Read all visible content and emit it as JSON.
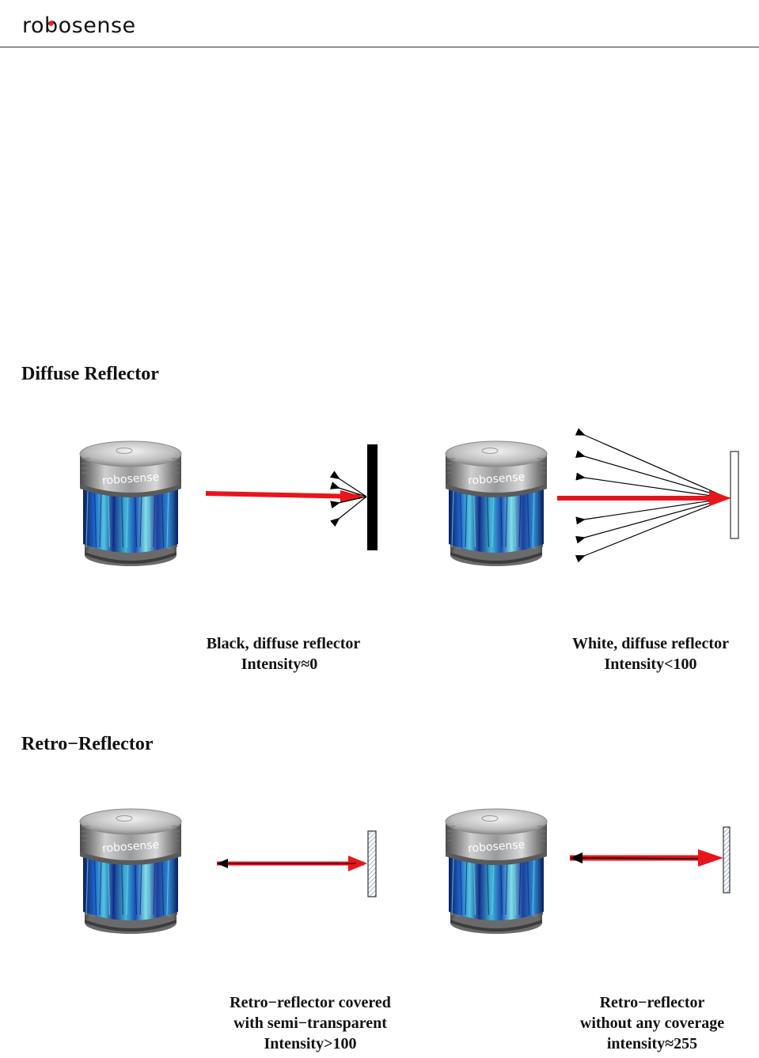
{
  "header": {
    "logo_text": "robosense"
  },
  "sections": {
    "diffuse": {
      "title": "Diffuse Reflector",
      "left_caption": [
        "Black, diffuse reflector",
        "Intensity≈0"
      ],
      "right_caption": [
        "White, diffuse reflector",
        "Intensity<100"
      ]
    },
    "retro": {
      "title": "Retro−Reflector",
      "left_caption": [
        "Retro−reflector covered",
        "with semi−transparent",
        "Intensity>100"
      ],
      "right_caption": [
        "Retro−reflector",
        "without any coverage",
        "intensity≈255"
      ]
    }
  },
  "device": {
    "brand_text": "robosense"
  },
  "colors": {
    "beam": "#e8151b",
    "reflector_black": "#000000",
    "accent_logo": "#e2231a"
  }
}
